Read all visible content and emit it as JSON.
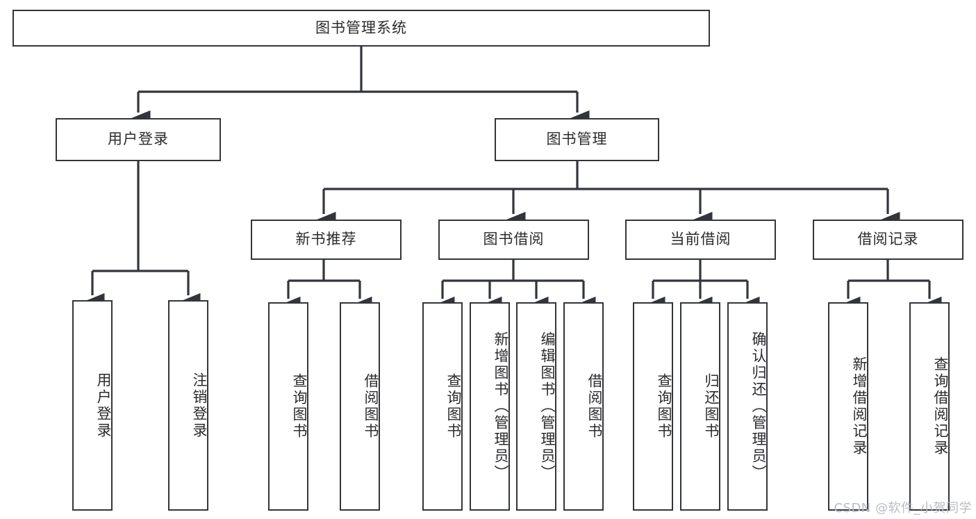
{
  "diagram": {
    "title": "图书管理系统",
    "type": "tree",
    "watermark": "CSDN @软件_小贺同学",
    "colors": {
      "background": "#ffffff",
      "box_border": "#32353b",
      "box_fill": "#ffffff",
      "connector": "#32353b",
      "text": "#2b2b2b",
      "watermark": "#b9bcc2"
    },
    "root": {
      "label": "图书管理系统"
    },
    "level2": [
      {
        "label": "用户登录"
      },
      {
        "label": "图书管理"
      }
    ],
    "level3": [
      {
        "label": "新书推荐"
      },
      {
        "label": "图书借阅"
      },
      {
        "label": "当前借阅"
      },
      {
        "label": "借阅记录"
      }
    ],
    "leaves": {
      "user_login": [
        {
          "label": "用户登录"
        },
        {
          "label": "注销登录"
        }
      ],
      "new_book_recommend": [
        {
          "label": "查询图书"
        },
        {
          "label": "借阅图书"
        }
      ],
      "book_borrow": [
        {
          "label": "查询图书"
        },
        {
          "label": "新增图书（管理员）"
        },
        {
          "label": "编辑图书（管理员）"
        },
        {
          "label": "借阅图书"
        }
      ],
      "current_borrow": [
        {
          "label": "查询图书"
        },
        {
          "label": "归还图书"
        },
        {
          "label": "确认归还（管理员）"
        }
      ],
      "borrow_record": [
        {
          "label": "新增借阅记录"
        },
        {
          "label": "查询借阅记录"
        }
      ]
    }
  }
}
